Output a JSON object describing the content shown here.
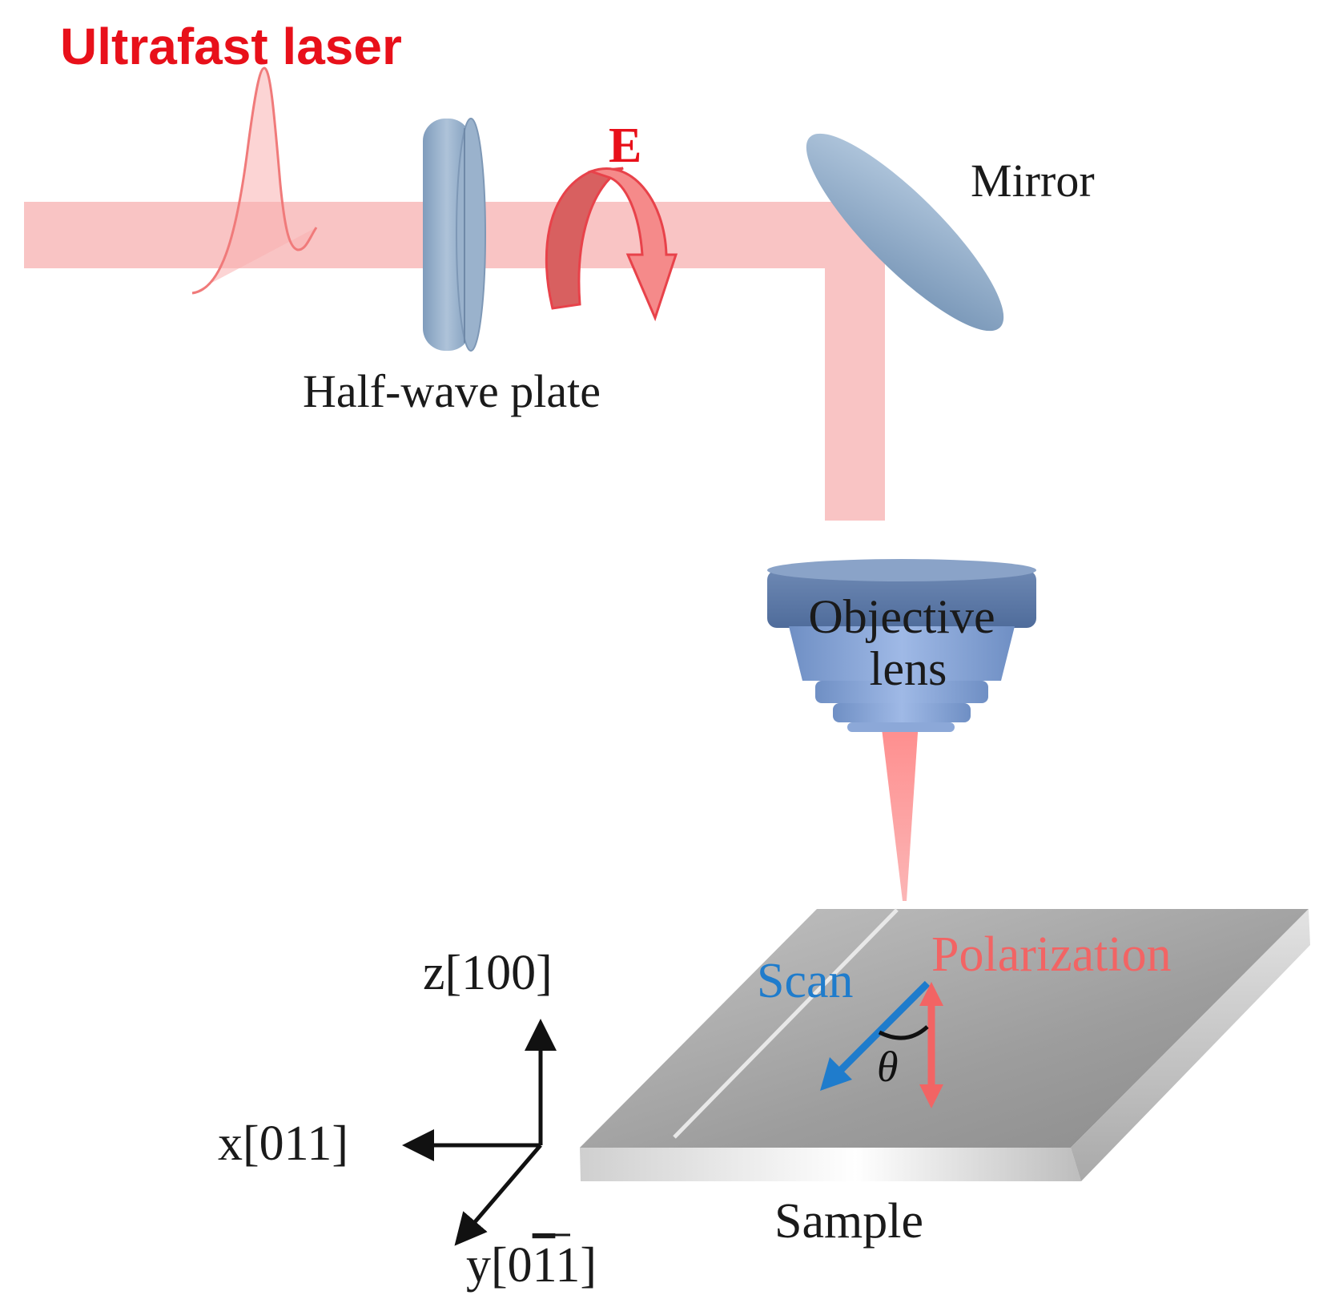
{
  "labels": {
    "laser": "Ultrafast laser",
    "field": "E",
    "mirror": "Mirror",
    "waveplate": "Half-wave plate",
    "objective_line1": "Objective",
    "objective_line2": "lens",
    "scan": "Scan",
    "polarization": "Polarization",
    "angle": "θ",
    "sample": "Sample",
    "axis_z": "z[100]",
    "axis_x": "x[011]",
    "axis_y_prefix": "y[0",
    "axis_y_bar": "1",
    "axis_y_suffix": "1]"
  },
  "colors": {
    "laser_title": "#e8101a",
    "beam": "#f9c4c4",
    "pulse": "#f07a7a",
    "field_arrow": "#e8424a",
    "optics": "#8aa7c4",
    "objective": "#5e7ba8",
    "scan": "#1f7ccc",
    "polarization": "#f26464",
    "sample_top": "#a5a5a5",
    "text": "#1a1a1a"
  }
}
